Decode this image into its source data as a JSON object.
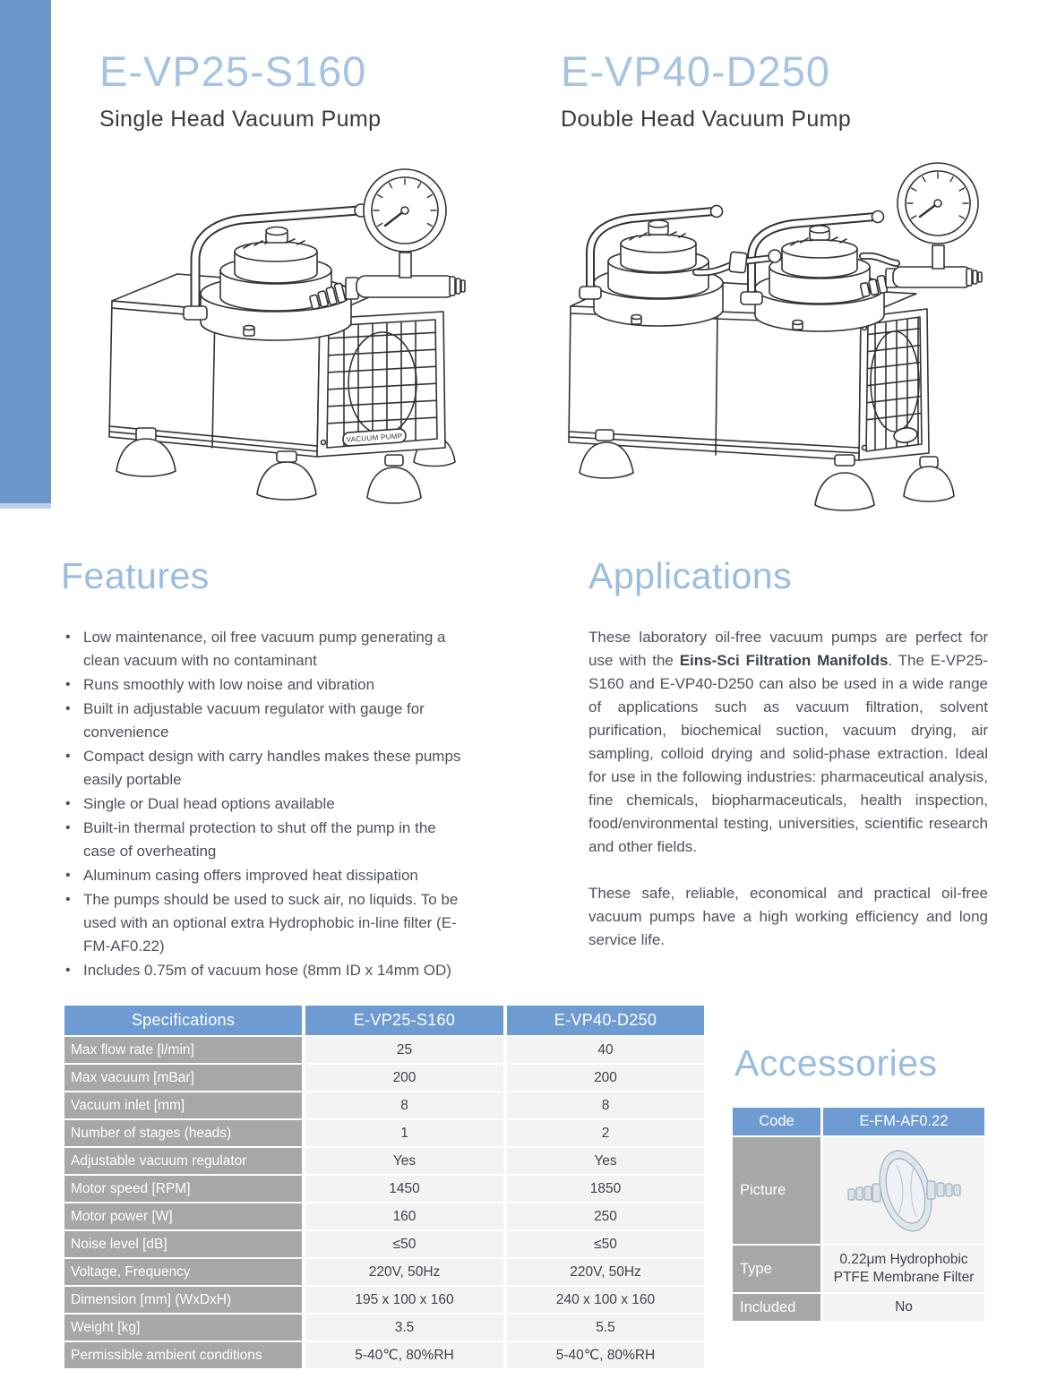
{
  "products": [
    {
      "model": "E-VP25-S160",
      "subtitle": "Single Head Vacuum Pump"
    },
    {
      "model": "E-VP40-D250",
      "subtitle": "Double Head Vacuum Pump"
    }
  ],
  "pump_label": "VACUUM PUMP",
  "features": {
    "heading": "Features",
    "items": [
      "Low maintenance, oil free vacuum pump generating a clean vacuum with no contaminant",
      "Runs smoothly with low noise and vibration",
      "Built in adjustable vacuum regulator with gauge for convenience",
      "Compact design with carry handles makes these pumps easily portable",
      "Single or Dual head options available",
      "Built-in thermal protection to shut off the pump in the case of overheating",
      "Aluminum casing offers improved heat dissipation",
      "The pumps should be used to suck air, no liquids. To be used with an optional extra Hydrophobic in-line filter (E-FM-AF0.22)",
      "Includes 0.75m of vacuum hose (8mm ID x 14mm OD)"
    ]
  },
  "applications": {
    "heading": "Applications",
    "paragraph1": {
      "pre": "These laboratory oil-free vacuum pumps are perfect for use with the ",
      "bold": "Eins-Sci Filtration Manifolds",
      "post": ". The E-VP25-S160 and E-VP40-D250 can also be used in a wide range of applications such as vacuum filtration, solvent purification, biochemical suction, vacuum drying, air sampling, colloid drying and solid-phase extraction. Ideal for use in the following industries: pharmaceutical analysis, fine chemicals, biopharmaceuticals, health inspection, food/environmental testing, universities, scientific research and other fields."
    },
    "paragraph2": "These safe, reliable, economical and practical oil-free vacuum pumps have a high working efficiency and long service life."
  },
  "spec_table": {
    "headers": [
      "Specifications",
      "E-VP25-S160",
      "E-VP40-D250"
    ],
    "rows": [
      {
        "label": "Max flow rate [l/min]",
        "v1": "25",
        "v2": "40"
      },
      {
        "label": "Max vacuum [mBar]",
        "v1": "200",
        "v2": "200"
      },
      {
        "label": "Vacuum inlet [mm]",
        "v1": "8",
        "v2": "8"
      },
      {
        "label": "Number of stages (heads)",
        "v1": "1",
        "v2": "2"
      },
      {
        "label": "Adjustable vacuum regulator",
        "v1": "Yes",
        "v2": "Yes"
      },
      {
        "label": "Motor speed [RPM]",
        "v1": "1450",
        "v2": "1850"
      },
      {
        "label": "Motor power [W]",
        "v1": "160",
        "v2": "250"
      },
      {
        "label": "Noise level [dB]",
        "v1": "≤50",
        "v2": "≤50"
      },
      {
        "label": "Voltage, Frequency",
        "v1": "220V, 50Hz",
        "v2": "220V, 50Hz"
      },
      {
        "label": "Dimension [mm] (WxDxH)",
        "v1": "195 x 100 x 160",
        "v2": "240 x 100 x 160"
      },
      {
        "label": "Weight [kg]",
        "v1": "3.5",
        "v2": "5.5"
      },
      {
        "label": "Permissible ambient conditions",
        "v1": "5-40℃, 80%RH",
        "v2": "5-40℃, 80%RH"
      }
    ]
  },
  "accessories": {
    "heading": "Accessories",
    "code_label": "Code",
    "code_value": "E-FM-AF0.22",
    "picture_label": "Picture",
    "type_label": "Type",
    "type_value": "0.22μm Hydrophobic PTFE Membrane Filter",
    "included_label": "Included",
    "included_value": "No"
  },
  "colors": {
    "accent_blue": "#6f9bd3",
    "sidebar_blue": "#6d96cd",
    "heading_blue": "#9abddd",
    "title_blue": "#a6c4e2",
    "row_label_gray": "#a7a7a7",
    "cell_bg": "#f3f3f4",
    "body_text": "#4e525a"
  }
}
